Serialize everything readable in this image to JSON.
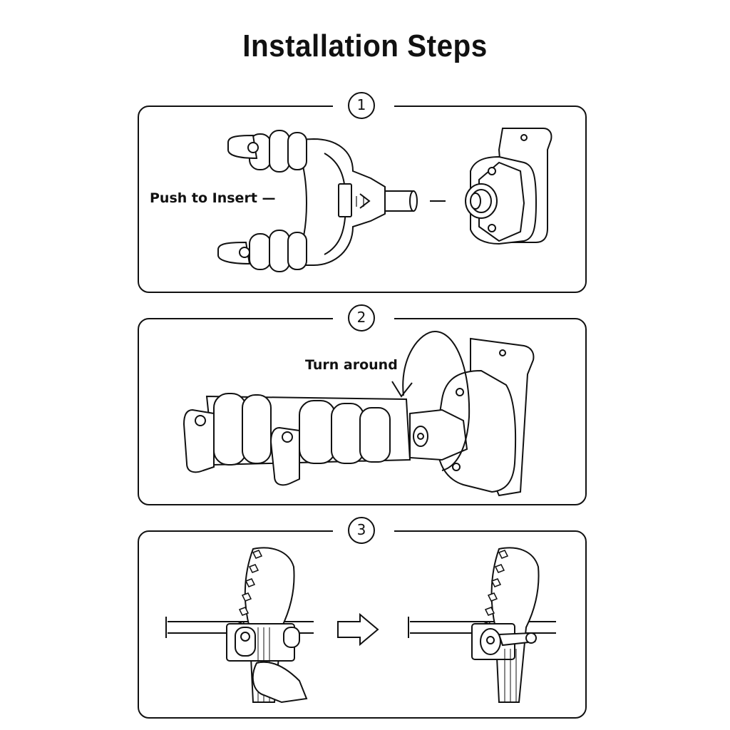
{
  "title": "Installation Steps",
  "steps": [
    {
      "number": "1",
      "label": "Push to Insert"
    },
    {
      "number": "2",
      "label": "Turn around"
    },
    {
      "number": "3",
      "label": ""
    }
  ]
}
